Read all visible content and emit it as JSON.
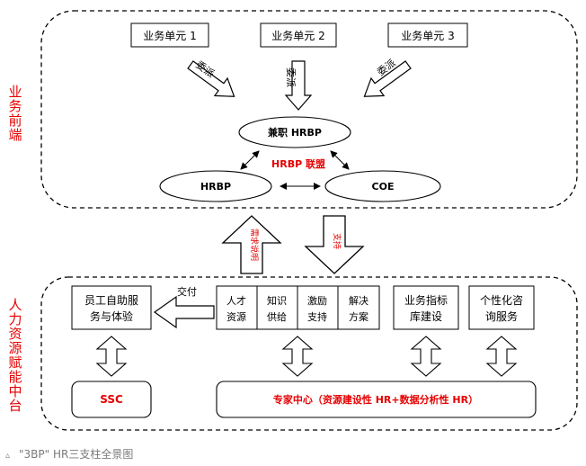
{
  "front": {
    "side_label": [
      "业",
      "务",
      "前",
      "端"
    ],
    "units": [
      "业务单元 1",
      "业务单元 2",
      "业务单元 3"
    ],
    "dispatch_label": "委派",
    "hrbp_parttime": "兼职 HRBP",
    "alliance": "HRBP 联盟",
    "hrbp": "HRBP",
    "coe": "COE"
  },
  "middle": {
    "up_arrow": "需求说明",
    "down_arrow": "支持"
  },
  "platform": {
    "side_label": [
      "人",
      "力",
      "资",
      "源",
      "赋",
      "能",
      "中",
      "台"
    ],
    "self_service": [
      "员工自助服",
      "务与体验"
    ],
    "deliver": "交付",
    "capabilities": [
      [
        "人才",
        "资源"
      ],
      [
        "知识",
        "供给"
      ],
      [
        "激励",
        "支持"
      ],
      [
        "解决",
        "方案"
      ]
    ],
    "indicator": [
      "业务指标",
      "库建设"
    ],
    "personalized": [
      "个性化咨",
      "询服务"
    ],
    "ssc": "SSC",
    "expert_center": "专家中心（资源建设性 HR+数据分析性 HR）"
  },
  "caption": {
    "marker": "▵",
    "text": "\"3BP\" HR三支柱全景图"
  },
  "colors": {
    "red": "#e60000",
    "line": "#000000"
  }
}
